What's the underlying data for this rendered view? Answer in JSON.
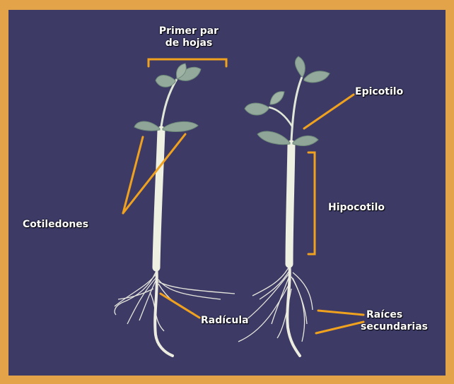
{
  "labels": {
    "primer_line1": "Primer par",
    "primer_line2": "de hojas",
    "epicotilo": "Epicotilo",
    "hipocotilo": "Hipocotilo",
    "cotiledones": "Cotiledones",
    "radicula": "Radícula",
    "raices_line1": "Raíces",
    "raices_line2": "secundarias"
  },
  "colors": {
    "frame": "#e3a449",
    "background": "#3d3b66",
    "annotation": "#f0a21f",
    "stem": "#eef0e2",
    "leaf": "#8fa597",
    "label_text": "#ffffff"
  }
}
